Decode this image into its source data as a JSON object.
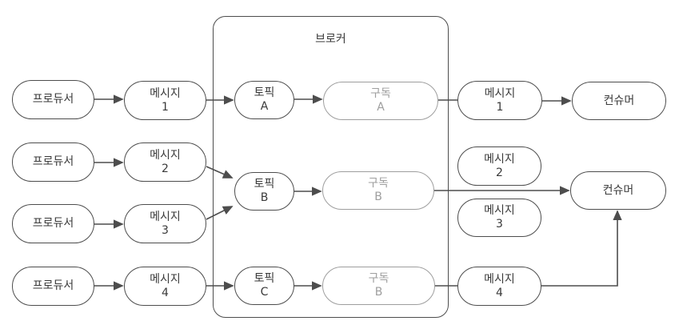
{
  "diagram": {
    "broker": {
      "label": "브로커"
    },
    "colors": {
      "node_border": "#4d4d4d",
      "node_text": "#3a3a3a",
      "muted_border": "#9e9e9e",
      "muted_text": "#9e9e9e",
      "connector": "#4d4d4d",
      "background": "#ffffff"
    },
    "producers": [
      {
        "label": "프로듀서"
      },
      {
        "label": "프로듀서"
      },
      {
        "label": "프로듀서"
      },
      {
        "label": "프로듀서"
      }
    ],
    "messages_left": [
      {
        "line1": "메시지",
        "line2": "1"
      },
      {
        "line1": "메시지",
        "line2": "2"
      },
      {
        "line1": "메시지",
        "line2": "3"
      },
      {
        "line1": "메시지",
        "line2": "4"
      }
    ],
    "topics": [
      {
        "line1": "토픽",
        "line2": "A"
      },
      {
        "line1": "토픽",
        "line2": "B"
      },
      {
        "line1": "토픽",
        "line2": "C"
      }
    ],
    "subscriptions": [
      {
        "line1": "구독",
        "line2": "A"
      },
      {
        "line1": "구독",
        "line2": "B"
      },
      {
        "line1": "구독",
        "line2": "B"
      }
    ],
    "messages_right": [
      {
        "line1": "메시지",
        "line2": "1"
      },
      {
        "line1": "메시지",
        "line2": "2"
      },
      {
        "line1": "메시지",
        "line2": "3"
      },
      {
        "line1": "메시지",
        "line2": "4"
      }
    ],
    "consumers": [
      {
        "label": "컨슈머"
      },
      {
        "label": "컨슈머"
      }
    ]
  }
}
